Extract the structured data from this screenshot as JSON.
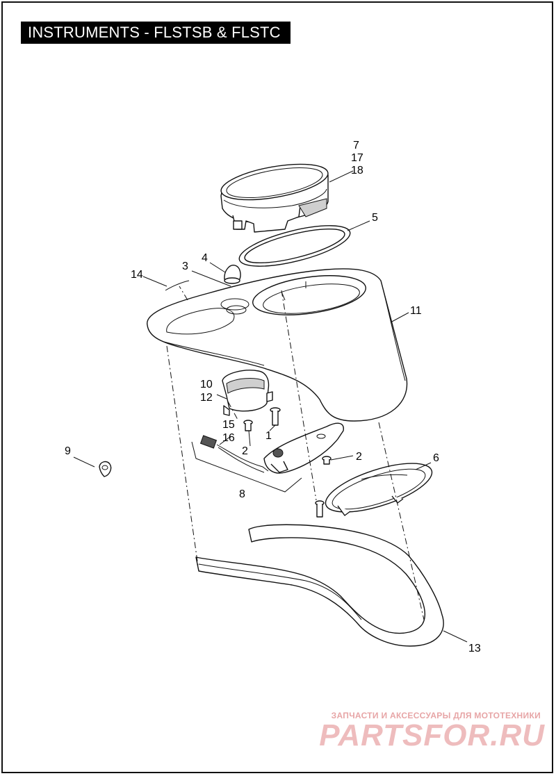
{
  "title": "INSTRUMENTS - FLSTSB & FLSTC",
  "callouts": {
    "c7": "7",
    "c17": "17",
    "c18": "18",
    "c5": "5",
    "c4": "4",
    "c3": "3",
    "c14": "14",
    "c11": "11",
    "c10": "10",
    "c12": "12",
    "c15": "15",
    "c16": "16",
    "c1": "1",
    "c2a": "2",
    "c2b": "2",
    "c9": "9",
    "c6": "6",
    "c8": "8",
    "c13": "13"
  },
  "watermark": {
    "tagline": "ЗАПЧАСТИ И АКСЕССУАРЫ ДЛЯ МОТОТЕХНИКИ",
    "logo": "PARTSFOR.RU"
  }
}
